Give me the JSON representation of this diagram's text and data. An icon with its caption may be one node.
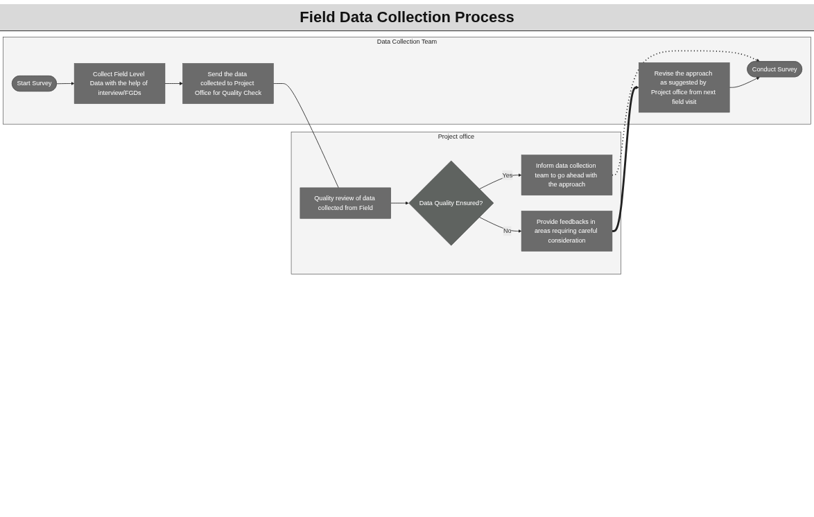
{
  "diagram": {
    "title": "Field Data Collection Process",
    "nodes": [
      {
        "text": [
          "Data Collection Team"
        ]
      },
      {
        "text": [
          "Start Survey"
        ],
        "in": 0
      },
      {
        "text": [
          "Collect Field Level Data with the help of interview/FGDs"
        ],
        "in": 0
      },
      {
        "text": [
          "Send the data collected to Project Office for Quality Check"
        ],
        "in": 0
      },
      {
        "text": [
          "Revise the approach as suggested by Project office from next field visit"
        ],
        "in": 0
      },
      {
        "text": [
          "Conduct Survey"
        ],
        "in": 0
      },
      {
        "text": [
          "Project office"
        ]
      },
      {
        "text": [
          "Quality review of data collected from Field"
        ],
        "in": 6
      },
      {
        "text": [
          "Data Quality Ensured?"
        ],
        "in": 6
      },
      {
        "text": [
          "Inform data collection team to go ahead with the approach"
        ],
        "in": 6
      },
      {
        "text": [
          "Provide feedbacks in areas requiring careful consideration"
        ],
        "in": 6
      }
    ],
    "edges": [
      {
        "from": 1,
        "to": 2,
        "arrow": "to"
      },
      {
        "from": 2,
        "to": 3,
        "arrow": "to"
      },
      {
        "from": 3,
        "to": 7,
        "arrow": "none"
      },
      {
        "from": 7,
        "to": 8,
        "arrow": "to"
      },
      {
        "from": 8,
        "to": 9,
        "arrow": "to",
        "label": "Yes"
      },
      {
        "from": 8,
        "to": 10,
        "arrow": "to",
        "label": "No"
      },
      {
        "from": 10,
        "to": 4,
        "arrow": "to",
        "style": "thick"
      },
      {
        "from": 9,
        "to": 5,
        "arrow": "to",
        "style": "dashed"
      },
      {
        "from": 4,
        "to": 5,
        "arrow": "to"
      }
    ]
  }
}
